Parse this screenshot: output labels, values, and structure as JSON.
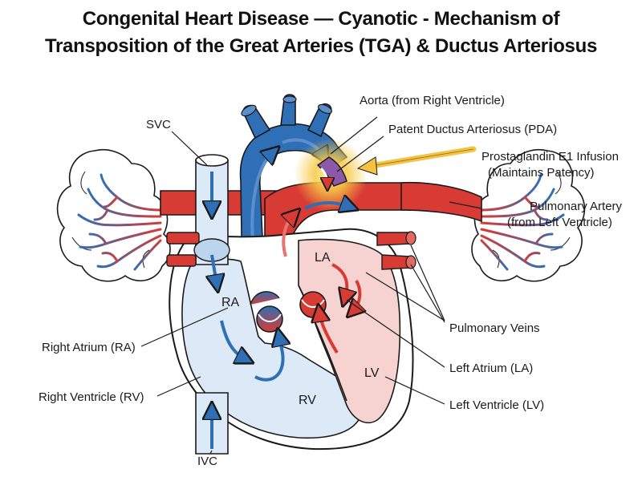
{
  "title": {
    "line1": "Congenital Heart Disease — Cyanotic - Mechanism of",
    "line2": "Transposition of the Great Arteries (TGA) & Ductus Arteriosus"
  },
  "labels": {
    "svc": "SVC",
    "ivc": "IVC",
    "aorta": "Aorta (from Right Ventricle)",
    "pda": "Patent Ductus Arteriosus (PDA)",
    "pge1_line1": "Prostaglandin E1 Infusion",
    "pge1_line2": "(Maintains Patency)",
    "pa_line1": "Pulmonary Artery",
    "pa_line2": "(from Left Ventricle)",
    "pulmonary_veins": "Pulmonary Veins",
    "left_atrium": "Left Atrium (LA)",
    "left_ventricle": "Left Ventricle (LV)",
    "right_atrium": "Right Atrium (RA)",
    "right_ventricle": "Right Ventricle (RV)"
  },
  "inner_labels": {
    "ra": "RA",
    "rv": "RV",
    "la": "LA",
    "lv": "LV"
  },
  "colors": {
    "deoxygenated": "#2f6fb5",
    "oxygenated": "#d83a34",
    "right_chamber_fill": "#dce9f6",
    "left_chamber_fill": "#f6d3d0",
    "highlight": "#f5c242",
    "outline": "#1a1a1a"
  }
}
